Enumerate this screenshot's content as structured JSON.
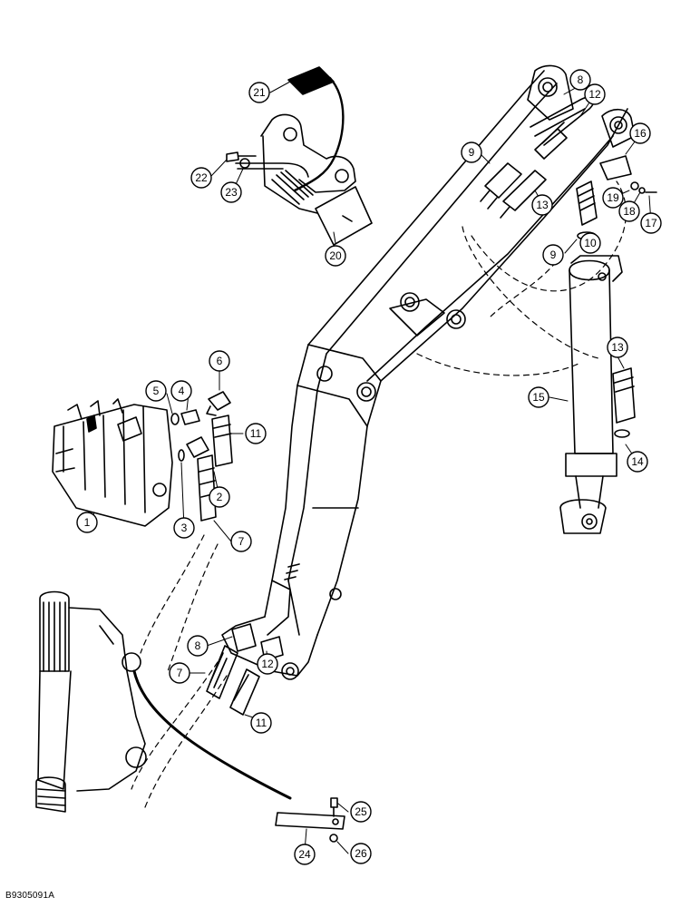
{
  "drawing": {
    "reference_code": "B9305091A",
    "callout_numbers": [
      "1",
      "2",
      "3",
      "4",
      "5",
      "6",
      "7",
      "8",
      "9",
      "10",
      "11",
      "12",
      "13",
      "14",
      "15",
      "16",
      "17",
      "18",
      "19",
      "20",
      "21",
      "22",
      "23",
      "24",
      "25",
      "26"
    ]
  },
  "callouts": [
    {
      "id": "c21",
      "label": "21"
    },
    {
      "id": "c22",
      "label": "22"
    },
    {
      "id": "c23",
      "label": "23"
    },
    {
      "id": "c20",
      "label": "20"
    },
    {
      "id": "c8a",
      "label": "8"
    },
    {
      "id": "c12a",
      "label": "12"
    },
    {
      "id": "c9a",
      "label": "9"
    },
    {
      "id": "c16",
      "label": "16"
    },
    {
      "id": "c13a",
      "label": "13"
    },
    {
      "id": "c19",
      "label": "19"
    },
    {
      "id": "c18",
      "label": "18"
    },
    {
      "id": "c17",
      "label": "17"
    },
    {
      "id": "c9b",
      "label": "9"
    },
    {
      "id": "c10",
      "label": "10"
    },
    {
      "id": "c6",
      "label": "6"
    },
    {
      "id": "c5",
      "label": "5"
    },
    {
      "id": "c4",
      "label": "4"
    },
    {
      "id": "c11a",
      "label": "11"
    },
    {
      "id": "c2",
      "label": "2"
    },
    {
      "id": "c1",
      "label": "1"
    },
    {
      "id": "c3",
      "label": "3"
    },
    {
      "id": "c7a",
      "label": "7"
    },
    {
      "id": "c13b",
      "label": "13"
    },
    {
      "id": "c15",
      "label": "15"
    },
    {
      "id": "c14",
      "label": "14"
    },
    {
      "id": "c8b",
      "label": "8"
    },
    {
      "id": "c7b",
      "label": "7"
    },
    {
      "id": "c12b",
      "label": "12"
    },
    {
      "id": "c11b",
      "label": "11"
    },
    {
      "id": "c25",
      "label": "25"
    },
    {
      "id": "c24",
      "label": "24"
    },
    {
      "id": "c26",
      "label": "26"
    }
  ]
}
